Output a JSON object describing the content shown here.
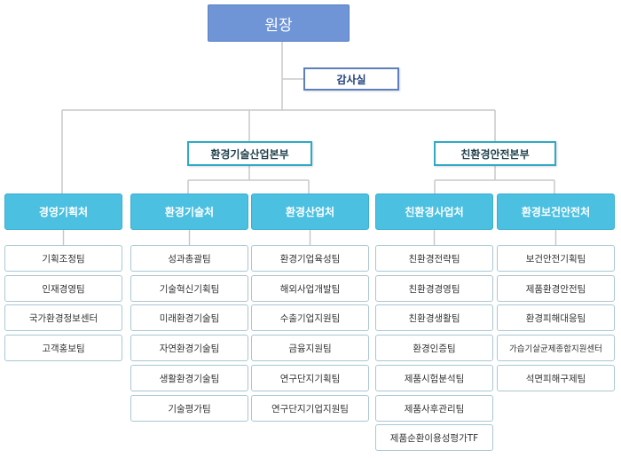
{
  "colors": {
    "root_fill": "#6f95d6",
    "office_fill": "#4cc0e1",
    "hq_border": "#2fa9c6",
    "audit_border": "#5b7fbf",
    "connector": "#c8c8c8"
  },
  "org": {
    "root": "원장",
    "audit": "감사실",
    "hq": [
      {
        "label": "환경기술산업본부"
      },
      {
        "label": "친환경안전본부"
      }
    ],
    "offices": [
      {
        "label": "경영기획처",
        "teams": [
          "기획조정팀",
          "인재경영팀",
          "국가환경정보센터",
          "고객홍보팀"
        ]
      },
      {
        "label": "환경기술처",
        "teams": [
          "성과총괄팀",
          "기술혁신기획팀",
          "미래환경기술팀",
          "자연환경기술팀",
          "생활환경기술팀",
          "기술평가팀"
        ]
      },
      {
        "label": "환경산업처",
        "teams": [
          "환경기업육성팀",
          "해외사업개발팀",
          "수출기업지원팀",
          "금융지원팀",
          "연구단지기획팀",
          "연구단지기업지원팀"
        ]
      },
      {
        "label": "친환경사업처",
        "teams": [
          "친환경전략팀",
          "친환경경영팀",
          "친환경생활팀",
          "환경인증팀",
          "제품시험분석팀",
          "제품사후관리팀",
          "제품순환이용성평가TF"
        ]
      },
      {
        "label": "환경보건안전처",
        "teams": [
          "보건안전기획팀",
          "제품환경안전팀",
          "환경피해대응팀",
          "가습기살균제종합지원센터",
          "석면피해구제팀"
        ]
      }
    ]
  }
}
